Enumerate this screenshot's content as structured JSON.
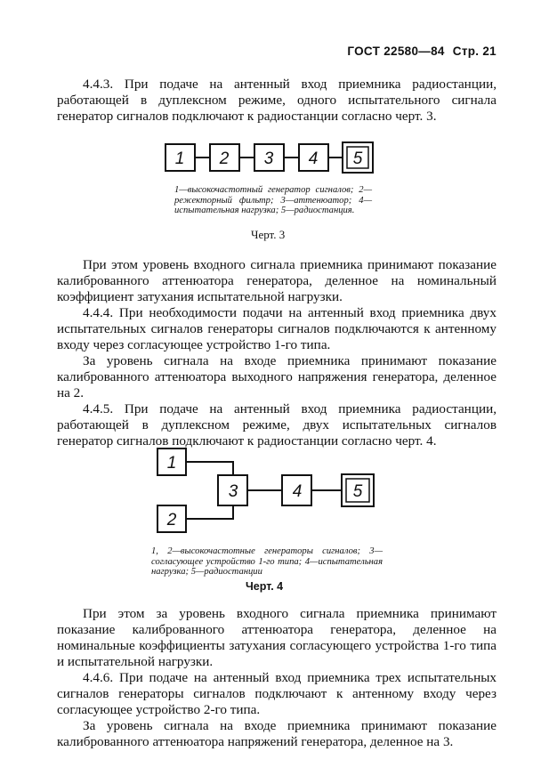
{
  "header": {
    "standard": "ГОСТ 22580—84",
    "page": "Стр. 21"
  },
  "paragraphs": [
    "4.4.3. При подаче на антенный вход приемника радиостанции, работающей в дуплексном режиме, одного испытательного сигнала генератор сигналов подключают к радиостанции согласно черт. 3.",
    "При этом уровень входного сигнала приемника принимают показание калиброванного аттенюатора генератора, деленное на номинальный коэффициент затухания испытательной нагрузки.",
    "4.4.4. При необходимости подачи на антенный вход приемника двух испытательных сигналов генераторы сигналов подключаются к антенному входу через согласующее устройство 1-го типа.",
    "За уровень сигнала на входе приемника принимают показание калиброванного аттенюатора выходного напряжения генератора, деленное на 2.",
    "4.4.5. При подаче на антенный вход приемника радиостанции, работающей в дуплексном режиме, двух испытательных сигналов генератор сигналов подключают к радиостанции согласно черт. 4.",
    "При этом за уровень входного сигнала приемника принимают показание калиброванного аттенюатора генератора, деленное на номинальные коэффициенты затухания согласующего устройства 1-го типа и испытательной нагрузки.",
    "4.4.6. При подаче на антенный вход приемника трех испытательных сигналов генераторы сигналов подключают к антенному входу через согласующее устройство 2-го типа.",
    "За уровень сигнала на входе приемника принимают показание калиброванного аттенюатора напряжений генератора, деленное на 3."
  ],
  "figure3": {
    "blocks": [
      "1",
      "2",
      "3",
      "4",
      "5"
    ],
    "caption": "1—высокочастотный генератор сигналов; 2—режекторный фильтр; 3—аттенюатор; 4—испытательная нагрузка; 5—радиостанция.",
    "title": "Черт. 3"
  },
  "figure4": {
    "blocks": [
      "1",
      "2",
      "3",
      "4",
      "5"
    ],
    "caption": "1, 2—высокочастотные генераторы сигналов; 3—согласующее устройство 1-го типа; 4—испытательная нагрузка; 5—радиостанции",
    "title": "Черт. 4"
  }
}
